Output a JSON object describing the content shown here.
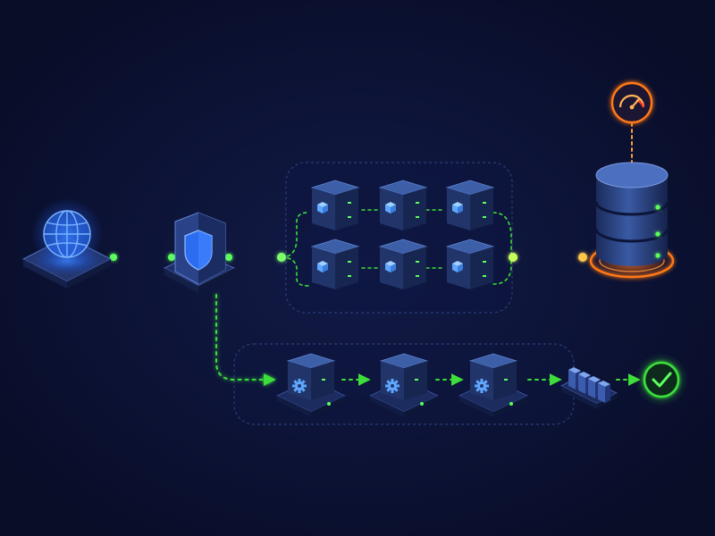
{
  "colors": {
    "background": "#0a1030",
    "background_glow": "#111a44",
    "box_top": "#3d5fa8",
    "box_left": "#22356b",
    "box_right": "#172650",
    "box_edge": "#5f86d6",
    "platform_top": "#1d2c5e",
    "platform_side": "#121c42",
    "flow_green": "#3dde3a",
    "flow_orange": "#ff7a18",
    "globe_blue": "#2f7dff",
    "shield_blue": "#2c6cf0",
    "cube_icon": "#5fa8ff",
    "led_green": "#5cff5c",
    "panel_stroke": "#2a3c78",
    "gauge_orange": "#ff7a18",
    "check_green": "#3be03b"
  },
  "nodes": [
    {
      "id": "internet",
      "icon": "globe-icon",
      "interactable": false
    },
    {
      "id": "firewall",
      "icon": "shield-icon",
      "interactable": false
    },
    {
      "id": "server-1",
      "icon": "cube-icon",
      "interactable": false
    },
    {
      "id": "server-2",
      "icon": "cube-icon",
      "interactable": false
    },
    {
      "id": "server-3",
      "icon": "cube-icon",
      "interactable": false
    },
    {
      "id": "server-4",
      "icon": "cube-icon",
      "interactable": false
    },
    {
      "id": "server-5",
      "icon": "cube-icon",
      "interactable": false
    },
    {
      "id": "server-6",
      "icon": "cube-icon",
      "interactable": false
    },
    {
      "id": "database",
      "icon": "database-icon",
      "interactable": false
    },
    {
      "id": "monitoring",
      "icon": "gauge-icon",
      "interactable": false
    },
    {
      "id": "worker-1",
      "icon": "gear-icon",
      "interactable": false
    },
    {
      "id": "worker-2",
      "icon": "gear-icon",
      "interactable": false
    },
    {
      "id": "worker-3",
      "icon": "gear-icon",
      "interactable": false
    },
    {
      "id": "queue",
      "icon": "queue-icon",
      "interactable": false
    },
    {
      "id": "success",
      "icon": "checkmark-icon",
      "interactable": false
    }
  ],
  "edges": [
    {
      "from": "internet",
      "to": "firewall",
      "style": "green-dotted"
    },
    {
      "from": "firewall",
      "to": "server-cluster",
      "style": "green-dotted"
    },
    {
      "from": "server-cluster",
      "to": "database",
      "style": "orange-dotted"
    },
    {
      "from": "monitoring",
      "to": "database",
      "style": "orange-dotted"
    },
    {
      "from": "firewall",
      "to": "worker-1",
      "style": "green-dotted-arrow"
    },
    {
      "from": "worker-1",
      "to": "worker-2",
      "style": "green-dotted-arrow"
    },
    {
      "from": "worker-2",
      "to": "worker-3",
      "style": "green-dotted-arrow"
    },
    {
      "from": "worker-3",
      "to": "queue",
      "style": "green-dotted-arrow"
    },
    {
      "from": "queue",
      "to": "success",
      "style": "green-dotted-arrow"
    }
  ],
  "groups": [
    {
      "id": "server-cluster",
      "members": [
        "server-1",
        "server-2",
        "server-3",
        "server-4",
        "server-5",
        "server-6"
      ]
    },
    {
      "id": "worker-pipeline",
      "members": [
        "worker-1",
        "worker-2",
        "worker-3",
        "queue"
      ]
    }
  ]
}
